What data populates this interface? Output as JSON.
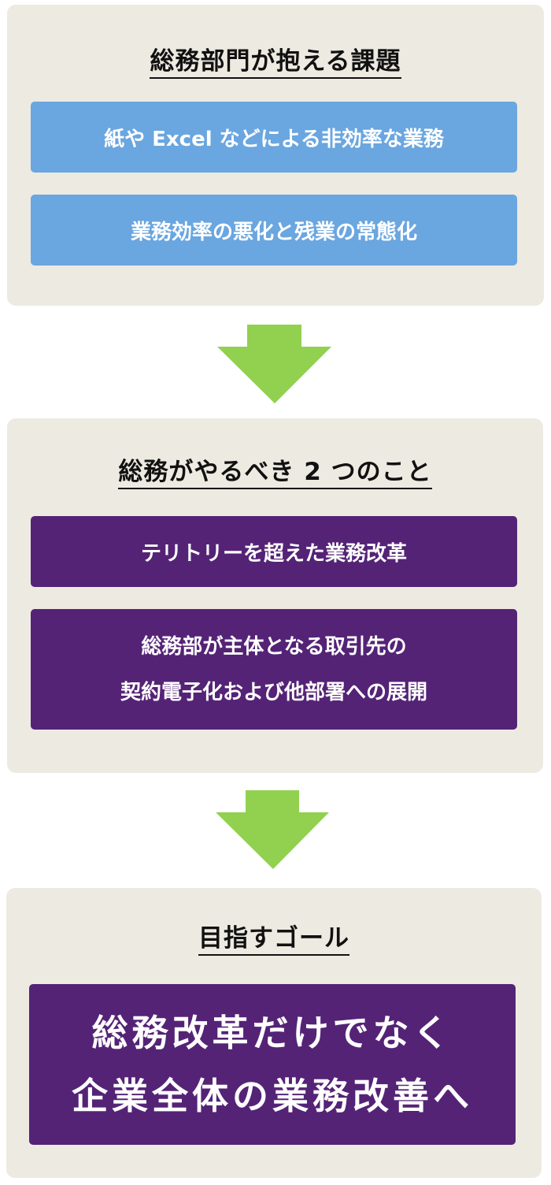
{
  "sections": [
    {
      "title": "総務部門が抱える課題",
      "items": [
        {
          "lines": [
            "紙や Excel などによる非効率な業務"
          ]
        },
        {
          "lines": [
            "業務効率の悪化と残業の常態化"
          ]
        }
      ]
    },
    {
      "title": "総務がやるべき 2 つのこと",
      "items": [
        {
          "lines": [
            "テリトリーを超えた業務改革"
          ]
        },
        {
          "lines": [
            "総務部が主体となる取引先の",
            "契約電子化および他部署への展開"
          ]
        }
      ]
    },
    {
      "title": "目指すゴール",
      "items": [
        {
          "lines": [
            "総務改革だけでなく",
            "企業全体の業務改善へ"
          ]
        }
      ]
    }
  ],
  "arrows": [
    {
      "icon": "down-arrow-icon"
    },
    {
      "icon": "down-arrow-icon"
    }
  ],
  "colors": {
    "card_background": "#EDEAE1",
    "issue_box": "#6AA6E0",
    "action_box": "#542376",
    "arrow": "#92D050",
    "title_text": "#111111",
    "box_text": "#FFFFFF"
  }
}
